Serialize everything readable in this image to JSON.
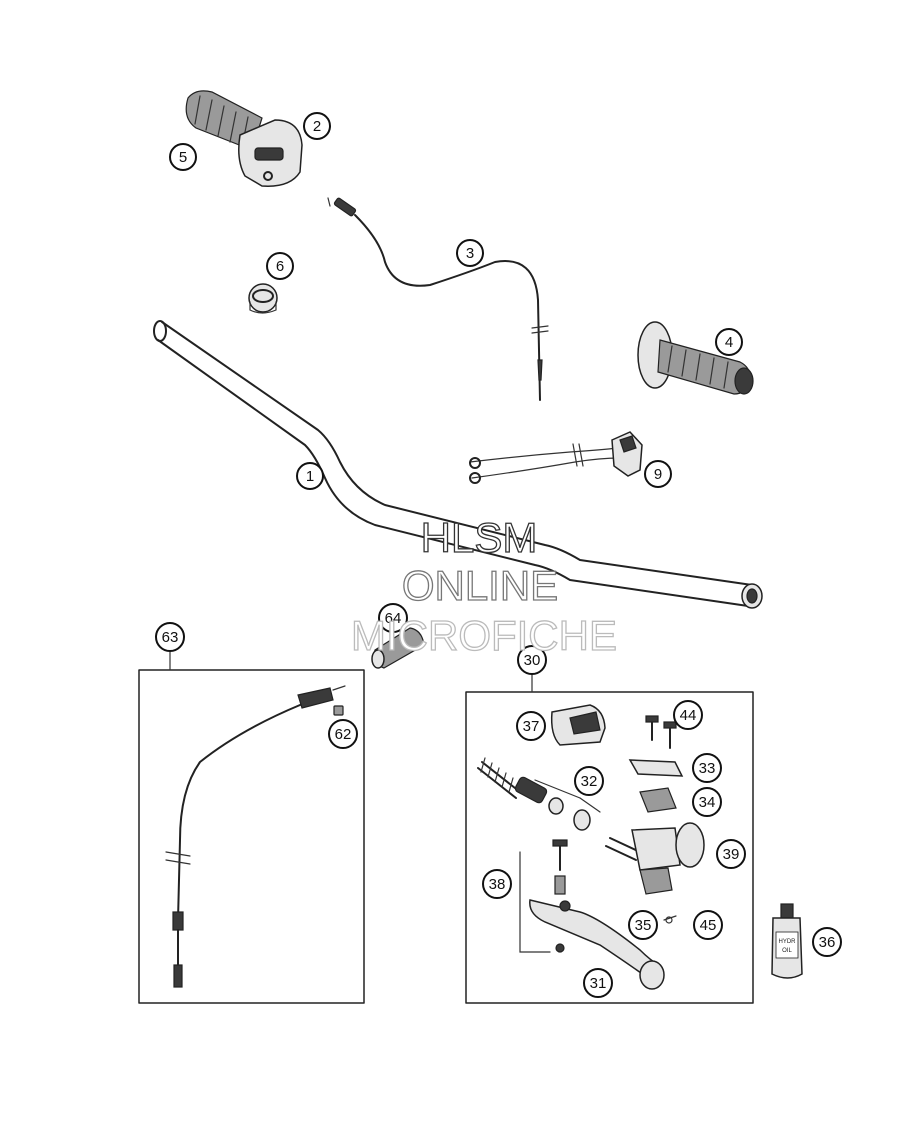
{
  "watermark": {
    "line1": "HLSM",
    "line2": "ONLINE",
    "line3": "MICROFICHE"
  },
  "callouts": {
    "c1": "1",
    "c2": "2",
    "c3": "3",
    "c4": "4",
    "c5": "5",
    "c6": "6",
    "c9": "9",
    "c30": "30",
    "c31": "31",
    "c32": "32",
    "c33": "33",
    "c34": "34",
    "c35": "35",
    "c36": "36",
    "c37": "37",
    "c38": "38",
    "c39": "39",
    "c44": "44",
    "c45": "45",
    "c62": "62",
    "c63": "63",
    "c64": "64"
  },
  "bottle_label": {
    "line1": "HYDR",
    "line2": "OIL"
  }
}
